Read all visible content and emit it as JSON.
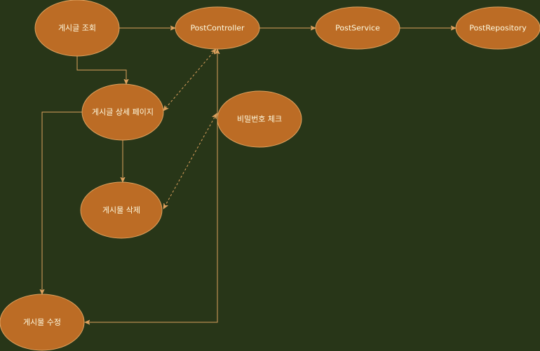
{
  "nodes": {
    "post_list": {
      "label": "게시글 조회"
    },
    "post_controller": {
      "label": "PostController"
    },
    "post_service": {
      "label": "PostService"
    },
    "post_repository": {
      "label": "PostRepository"
    },
    "post_detail": {
      "label": "게시글 상세 페이지"
    },
    "password_check": {
      "label": "비밀번호 체크"
    },
    "post_delete": {
      "label": "게시물 삭제"
    },
    "post_edit": {
      "label": "게시물 수정"
    }
  },
  "colors": {
    "background": "#283618",
    "node_fill": "#BC6C25",
    "node_stroke": "#DDA15E",
    "edge": "#DDA15E",
    "label": "#FEFAE0"
  }
}
